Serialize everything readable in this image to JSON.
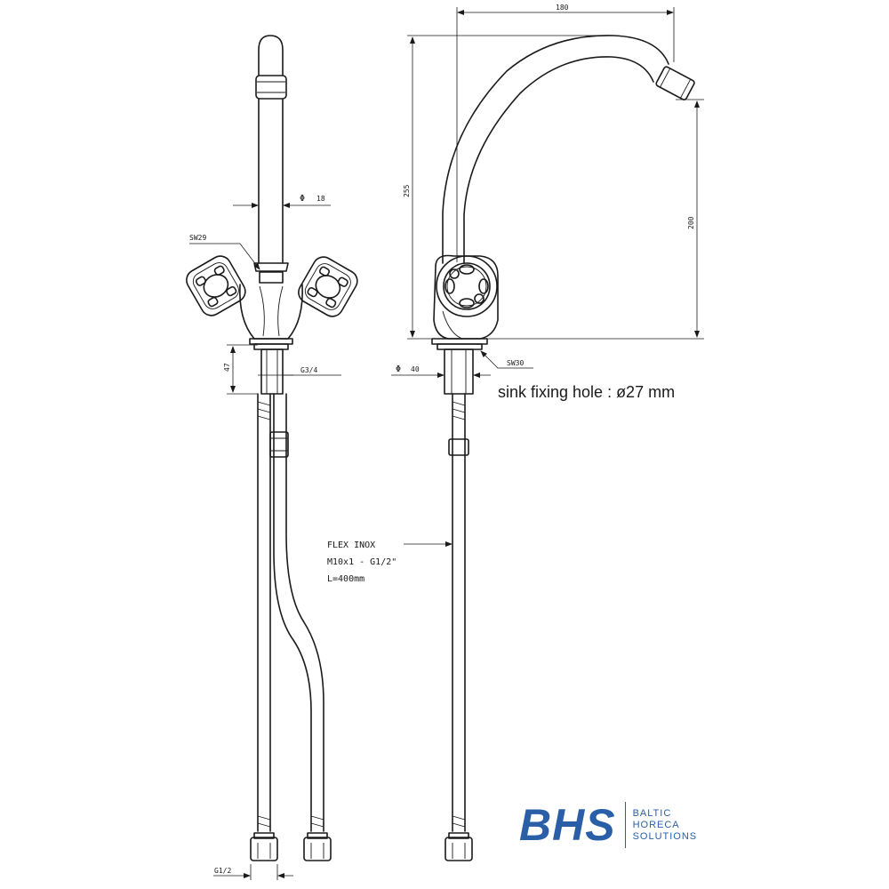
{
  "dimensions": {
    "spout_width": "180",
    "total_height": "255",
    "spout_height": "200",
    "tube_diameter": "18",
    "base_diameter": "40",
    "shank_length": "47",
    "thread_main": "G3/4",
    "thread_hose": "G1/2",
    "wrench_size_body": "SW29",
    "wrench_size_base": "SW30",
    "phi_symbol": "Φ"
  },
  "hose_note": {
    "line1": "FLEX INOX",
    "line2": "M10x1 - G1/2\"",
    "line3": "L=400mm"
  },
  "fixing_note": "sink fixing hole : ø27 mm",
  "logo": {
    "mark": "BHS",
    "word1": "BALTIC",
    "word2": "HORECA",
    "word3": "SOLUTIONS",
    "color": "#2a5fa8"
  },
  "colors": {
    "line": "#1a1a1a",
    "logo_blue": "#2a5fa8"
  }
}
